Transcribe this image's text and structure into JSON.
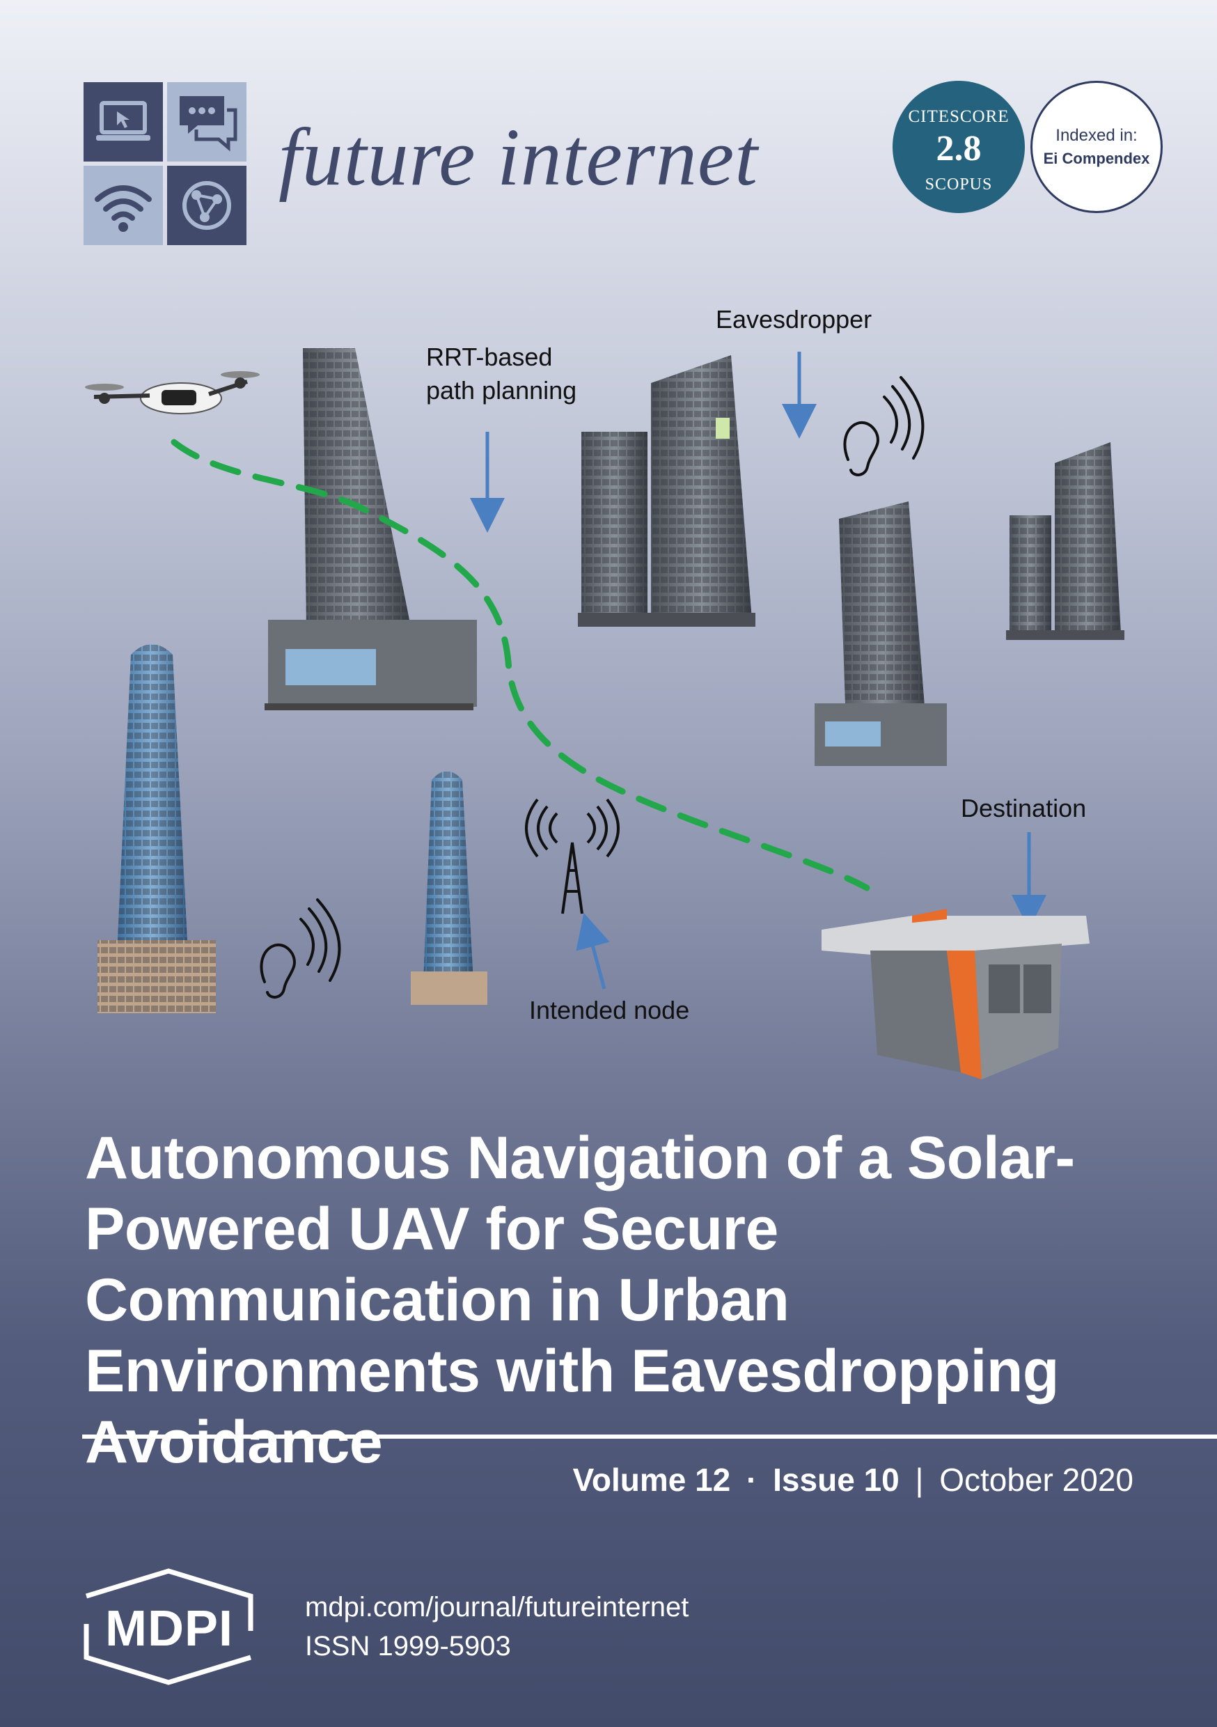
{
  "journal": {
    "title": "future internet",
    "url": "mdpi.com/journal/futureinternet",
    "issn": "ISSN 1999-5903"
  },
  "badges": {
    "citescore_label": "CITESCORE",
    "citescore_value": "2.8",
    "citescore_source": "SCOPUS",
    "indexed_label": "Indexed in:",
    "indexed_name": "Ei Compendex"
  },
  "figure_labels": {
    "rrt_line1": "RRT-based",
    "rrt_line2": "path planning",
    "eavesdropper": "Eavesdropper",
    "destination": "Destination",
    "intended_node": "Intended node"
  },
  "article": {
    "title": "Autonomous Navigation of a Solar-Powered UAV for Secure Communication in Urban Environments with Eavesdropping Avoidance"
  },
  "issue": {
    "volume": "Volume 12",
    "dot": "·",
    "issue": "Issue 10",
    "bar": "|",
    "date": "October 2020"
  },
  "publisher": {
    "name": "MDPI"
  },
  "colors": {
    "navy": "#414a6b",
    "light_blue_tile": "#a9b8d0",
    "citescore_teal": "#24627e",
    "path_green": "#22a84a",
    "arrow_blue": "#4a7fc1"
  }
}
